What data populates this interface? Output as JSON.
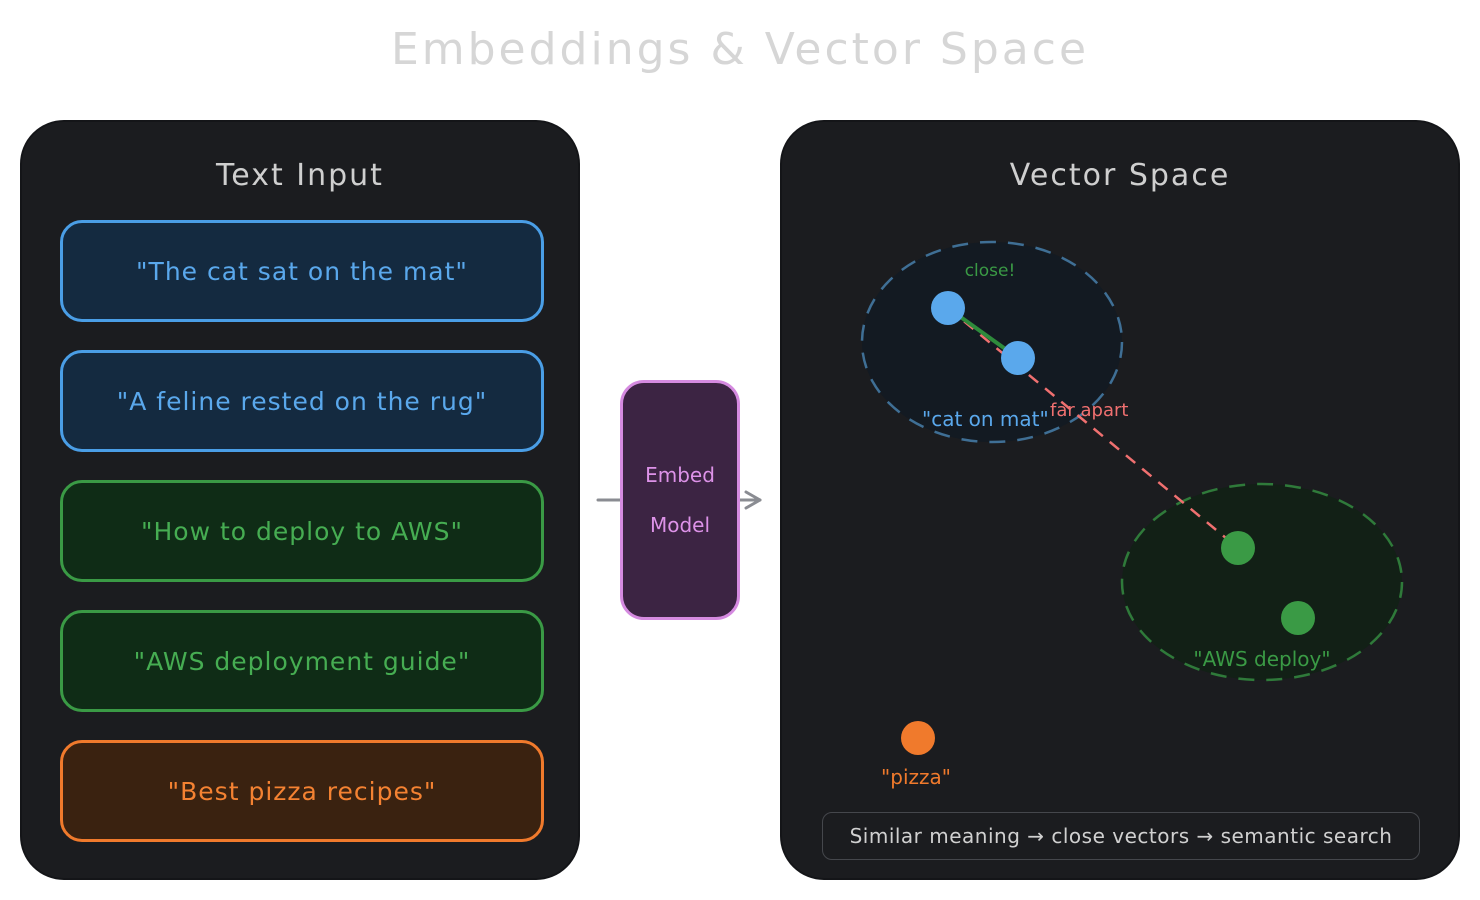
{
  "title": "Embeddings & Vector Space",
  "left_panel": {
    "title": "Text Input",
    "items": [
      {
        "text": "\"The cat sat on the mat\"",
        "color": "blue"
      },
      {
        "text": "\"A feline rested on the rug\"",
        "color": "blue"
      },
      {
        "text": "\"How to deploy to AWS\"",
        "color": "green"
      },
      {
        "text": "\"AWS deployment guide\"",
        "color": "green"
      },
      {
        "text": "\"Best pizza recipes\"",
        "color": "orange"
      }
    ]
  },
  "model": {
    "line1": "Embed",
    "line2": "Model"
  },
  "right_panel": {
    "title": "Vector Space",
    "annotations": {
      "close": "close!",
      "far": "far apart"
    },
    "cluster_labels": {
      "cat": "\"cat on mat\"",
      "aws": "\"AWS deploy\"",
      "pizza": "\"pizza\""
    },
    "footer": "Similar meaning → close vectors → semantic search"
  },
  "colors": {
    "blue": "#4a9ee6",
    "green": "#3a9a45",
    "orange": "#f07a2c",
    "purple": "#d58ae0",
    "red_dashed": "#f07070",
    "panel_bg": "#1b1c1f"
  }
}
